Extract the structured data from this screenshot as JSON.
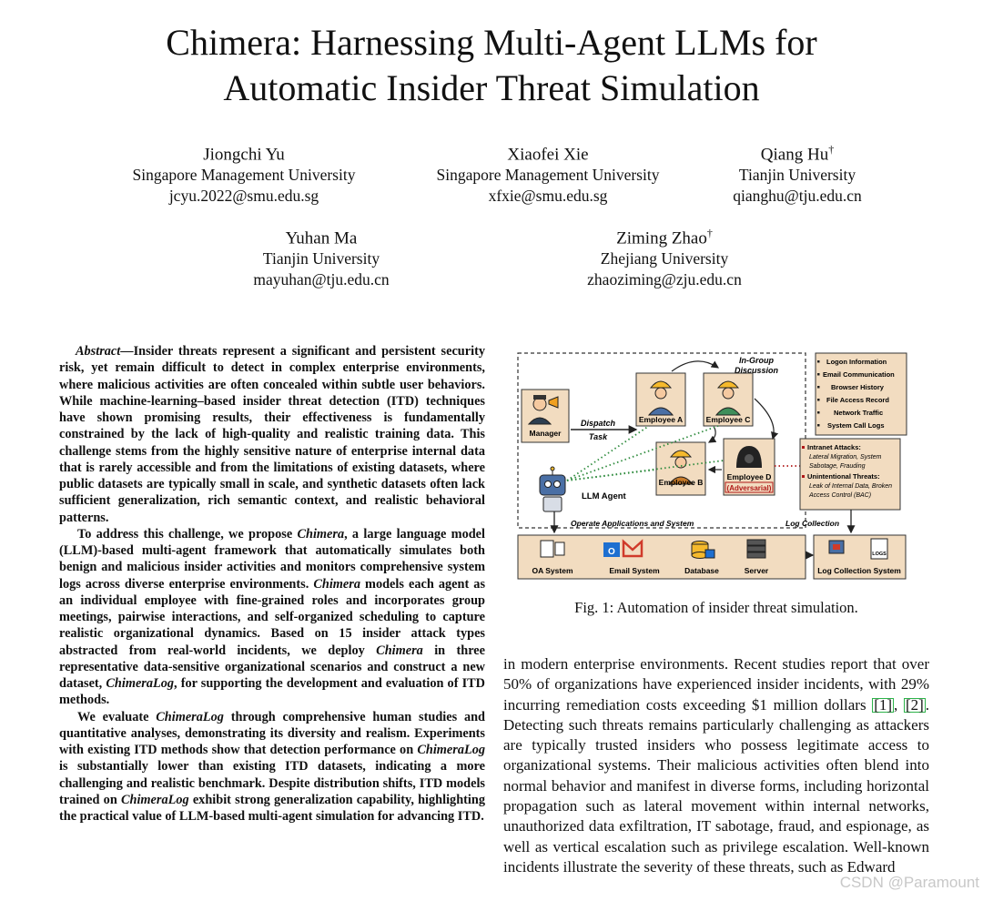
{
  "paper": {
    "title_line1": "Chimera: Harnessing Multi-Agent LLMs for",
    "title_line2": "Automatic Insider Threat Simulation",
    "authors": [
      {
        "name": "Jiongchi Yu",
        "mark": "",
        "affiliation": "Singapore Management University",
        "email": "jcyu.2022@smu.edu.sg"
      },
      {
        "name": "Xiaofei Xie",
        "mark": "",
        "affiliation": "Singapore Management University",
        "email": "xfxie@smu.edu.sg"
      },
      {
        "name": "Qiang Hu",
        "mark": "†",
        "affiliation": "Tianjin University",
        "email": "qianghu@tju.edu.cn"
      },
      {
        "name": "Yuhan Ma",
        "mark": "",
        "affiliation": "Tianjin University",
        "email": "mayuhan@tju.edu.cn"
      },
      {
        "name": "Ziming Zhao",
        "mark": "†",
        "affiliation": "Zhejiang University",
        "email": "zhaoziming@zju.edu.cn"
      }
    ]
  },
  "abstract": {
    "label": "Abstract",
    "p1": "—Insider threats represent a significant and persistent security risk, yet remain difficult to detect in complex enterprise environments, where malicious activities are often concealed within subtle user behaviors. While machine-learning–based insider threat detection (ITD) techniques have shown promising results, their effectiveness is fundamentally constrained by the lack of high-quality and realistic training data. This challenge stems from the highly sensitive nature of enterprise internal data that is rarely accessible and from the limitations of existing datasets, where public datasets are typically small in scale, and synthetic datasets often lack sufficient generalization, rich semantic context, and realistic behavioral patterns.",
    "p2_a": "To address this challenge, we propose ",
    "p2_b": "Chimera",
    "p2_c": ", a large language model (LLM)-based multi-agent framework that automatically simulates both benign and malicious insider activities and monitors comprehensive system logs across diverse enterprise environments. ",
    "p2_d": "Chimera",
    "p2_e": " models each agent as an individual employee with fine-grained roles and incorporates group meetings, pairwise interactions, and self-organized scheduling to capture realistic organizational dynamics. Based on 15 insider attack types abstracted from real-world incidents, we deploy ",
    "p2_f": "Chimera",
    "p2_g": " in three representative data-sensitive organizational scenarios and construct a new dataset, ",
    "p2_h": "ChimeraLog",
    "p2_i": ", for supporting the development and evaluation of ITD methods.",
    "p3_a": "We evaluate ",
    "p3_b": "ChimeraLog",
    "p3_c": " through comprehensive human studies and quantitative analyses, demonstrating its diversity and realism. Experiments with existing ITD methods show that detection performance on ",
    "p3_d": "ChimeraLog",
    "p3_e": " is substantially lower than existing ITD datasets, indicating a more challenging and realistic benchmark. Despite distribution shifts, ITD models trained on ",
    "p3_f": "ChimeraLog",
    "p3_g": " exhibit strong generalization capability, highlighting the practical value of LLM-based multi-agent simulation for advancing ITD."
  },
  "figure": {
    "caption": "Fig. 1: Automation of insider threat simulation.",
    "in_group_line1": "In-Group",
    "in_group_line2": "Discussion",
    "manager": "Manager",
    "dispatch_line1": "Dispatch",
    "dispatch_line2": "Task",
    "employee_a": "Employee A",
    "employee_b": "Employee B",
    "employee_c": "Employee C",
    "employee_d": "Employee D",
    "adversarial": "(Adversarial)",
    "llm_agent": "LLM Agent",
    "operate_label": "Operate Applications and System",
    "log_collection_label": "Log Collection",
    "log_items": [
      "Logon Information",
      "Email Communication",
      "Browser History",
      "File Access Record",
      "Network Traffic",
      "System Call Logs"
    ],
    "threat_intranet_title": "Intranet Attacks:",
    "threat_intranet_line1": "Lateral Migration, System",
    "threat_intranet_line2": "Sabotage, Frauding",
    "threat_unint_title": "Unintentional Threats:",
    "threat_unint_line1": "Leak of Internal Data, Broken",
    "threat_unint_line2": "Access Control (BAC)",
    "systems": [
      "OA System",
      "Email System",
      "Database",
      "Server"
    ],
    "log_system": "Log Collection System",
    "logs_icon_text": "LOGS",
    "colors": {
      "accent_fill": "#f2dcc0",
      "threat_red": "#b01818",
      "agent_green": "#2e8b3d"
    }
  },
  "body": {
    "t1": "in modern enterprise environments. Recent studies report that over 50% of organizations have experienced insider incidents, with 29% incurring remediation costs exceeding $1 million dollars ",
    "ref1": "[1]",
    "t2": ", ",
    "ref2": "[2]",
    "t3": ". Detecting such threats remains particularly challenging as attackers are typically trusted insiders who possess legitimate access to organizational systems. Their malicious activities often blend into normal behavior and manifest in diverse forms, including horizontal propagation such as lateral movement within internal networks, unauthorized data exfiltration, IT sabotage, fraud, and espionage, as well as vertical escalation such as privilege escalation. Well-known incidents illustrate the severity of these threats, such as Edward"
  },
  "watermark": "CSDN @Paramount"
}
